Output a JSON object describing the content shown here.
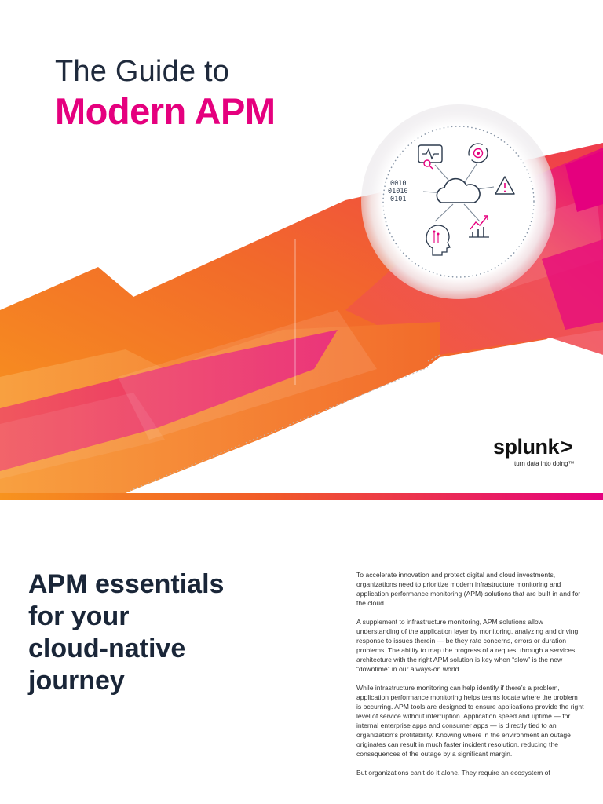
{
  "cover": {
    "title_line1": "The Guide to",
    "title_line2": "Modern APM",
    "diagram": {
      "binary_lines": [
        "0010",
        "01010",
        "0101"
      ],
      "icons": [
        "monitor-search-icon",
        "gear-cycle-icon",
        "warning-triangle-icon",
        "trend-chart-icon",
        "head-circuit-icon",
        "cloud-icon",
        "binary-code-icon"
      ]
    },
    "brand": {
      "name": "splunk",
      "chevron": ">",
      "tagline": "turn data into doing™"
    },
    "colors": {
      "accent_pink": "#e5007e",
      "accent_orange": "#f7931e",
      "title_navy": "#1f2a3c"
    }
  },
  "article": {
    "headline": [
      "APM essentials",
      "for your",
      "cloud-native",
      "journey"
    ],
    "paragraphs": [
      "To accelerate innovation and protect digital and cloud investments, organizations need to prioritize modern infrastructure monitoring and application performance monitoring (APM) solutions that are built in and for the cloud.",
      "A supplement to infrastructure monitoring, APM solutions allow understanding of the application layer by monitoring, analyzing and driving response to issues therein — be they rate concerns, errors or duration problems. The ability to map the progress of a request through a services architecture with the right APM solution is key when “slow” is the new “downtime” in our always-on world.",
      "While infrastructure monitoring can help identify if there’s a problem, application performance monitoring helps teams locate where the problem is occurring. APM tools are designed to ensure applications provide the right level of service without interruption. Application speed and uptime — for internal enterprise apps and consumer apps — is directly tied to an organization’s profitability. Knowing where in the environment an outage originates can result in much faster incident resolution, reducing the consequences of the outage by a significant margin.",
      "But organizations can’t do it alone. They require an ecosystem of"
    ]
  }
}
